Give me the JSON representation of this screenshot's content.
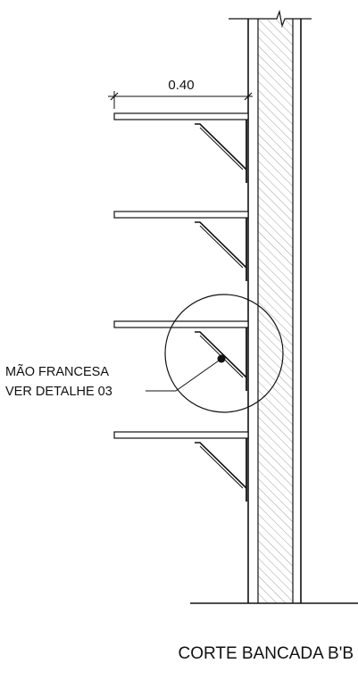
{
  "drawing": {
    "dimension_label": "0.40",
    "callout_line1": "MÃO FRANCESA",
    "callout_line2": "VER DETALHE 03",
    "title": "CORTE BANCADA B'B"
  },
  "colors": {
    "ink": "#111111",
    "hatch": "#8a8a8a",
    "background": "#ffffff"
  }
}
